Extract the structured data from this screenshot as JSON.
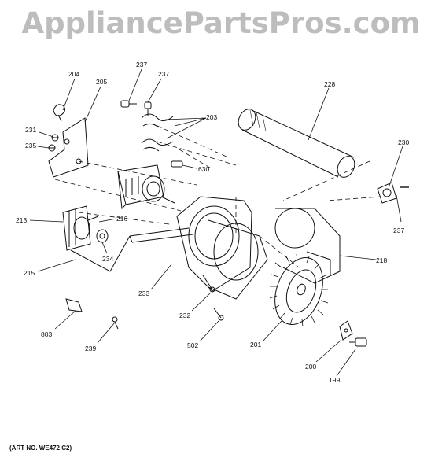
{
  "watermark": "AppliancePartsPros.com",
  "art_number": "(ART NO. WE472 C2)",
  "callouts": {
    "c204": "204",
    "c205": "205",
    "c237a": "237",
    "c237b": "237",
    "c203": "203",
    "c228": "228",
    "c231": "231",
    "c235": "235",
    "c630": "630",
    "c230": "230",
    "c213": "213",
    "c216": "216",
    "c234": "234",
    "c215": "215",
    "c233": "233",
    "c237c": "237",
    "c218": "218",
    "c232": "232",
    "c803": "803",
    "c239": "239",
    "c502": "502",
    "c201": "201",
    "c200": "200",
    "c199": "199"
  }
}
